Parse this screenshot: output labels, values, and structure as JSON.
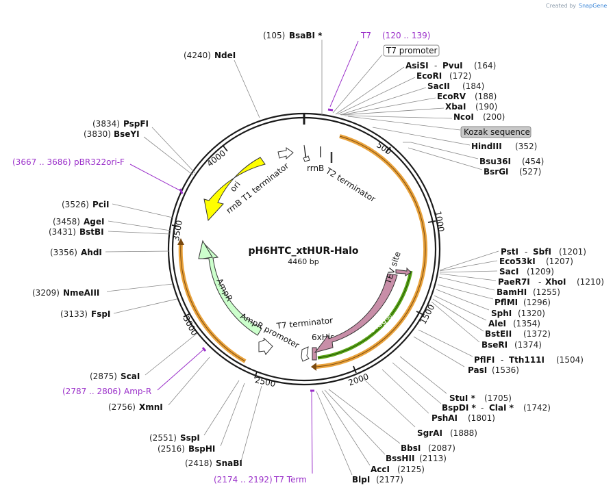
{
  "credit": {
    "created_by": "Created by",
    "brand": "SnapGene"
  },
  "plasmid": {
    "name": "pH6HTC_xtHUR-Halo",
    "size": "4460 bp"
  },
  "ticks": [
    "500",
    "1000",
    "1500",
    "2000",
    "2500",
    "3000",
    "3500",
    "4000"
  ],
  "labels": {
    "bsabi": {
      "pos": "(105)",
      "name": "BsaBI *"
    },
    "t7_primer": {
      "name": "T7",
      "range": "(120 .. 139)"
    },
    "t7_promoter": {
      "name": "T7 promoter"
    },
    "asisi": {
      "name": "AsiSI",
      "sep": "-",
      "name2": "PvuI",
      "pos": "(164)"
    },
    "ecori": {
      "name": "EcoRI",
      "pos": "(172)"
    },
    "sacii": {
      "name": "SacII",
      "pos": "(184)"
    },
    "ecorv": {
      "name": "EcoRV",
      "pos": "(188)"
    },
    "xbai": {
      "name": "XbaI",
      "pos": "(190)"
    },
    "ncoi": {
      "name": "NcoI",
      "pos": "(200)"
    },
    "kozak": {
      "name": "Kozak sequence"
    },
    "hindiii": {
      "name": "HindIII",
      "pos": "(352)"
    },
    "bsu36i": {
      "name": "Bsu36I",
      "pos": "(454)"
    },
    "bsrgi": {
      "name": "BsrGI",
      "pos": "(527)"
    },
    "ndei": {
      "pos": "(4240)",
      "name": "NdeI"
    },
    "pspfi": {
      "pos": "(3834)",
      "name": "PspFI"
    },
    "bseyi": {
      "pos": "(3830)",
      "name": "BseYI"
    },
    "pbr322": {
      "range": "(3667 .. 3686)",
      "name": "pBR322ori-F"
    },
    "pcii": {
      "pos": "(3526)",
      "name": "PciI"
    },
    "agei": {
      "pos": "(3458)",
      "name": "AgeI"
    },
    "bstbi": {
      "pos": "(3431)",
      "name": "BstBI"
    },
    "ahdi": {
      "pos": "(3356)",
      "name": "AhdI"
    },
    "nmeaiii": {
      "pos": "(3209)",
      "name": "NmeAIII"
    },
    "fspi": {
      "pos": "(3133)",
      "name": "FspI"
    },
    "scai": {
      "pos": "(2875)",
      "name": "ScaI"
    },
    "ampr_primer": {
      "range": "(2787 .. 2806)",
      "name": "Amp-R"
    },
    "xmni": {
      "pos": "(2756)",
      "name": "XmnI"
    },
    "sspi": {
      "pos": "(2551)",
      "name": "SspI"
    },
    "bsphi": {
      "pos": "(2516)",
      "name": "BspHI"
    },
    "snabi": {
      "pos": "(2418)",
      "name": "SnaBI"
    },
    "t7term_primer": {
      "range": "(2174 .. 2192)",
      "name": "T7 Term"
    },
    "blpi": {
      "name": "BlpI",
      "pos": "(2177)"
    },
    "acci": {
      "name": "AccI",
      "pos": "(2125)"
    },
    "bsshii": {
      "name": "BssHII",
      "pos": "(2113)"
    },
    "bbsi": {
      "name": "BbsI",
      "pos": "(2087)"
    },
    "sgrai": {
      "name": "SgrAI",
      "pos": "(1888)"
    },
    "pshai": {
      "name": "PshAI",
      "pos": "(1801)"
    },
    "bspdi": {
      "name": "BspDI *",
      "sep": "-",
      "name2": "ClaI *",
      "pos": "(1742)"
    },
    "stui": {
      "name": "StuI *",
      "pos": "(1705)"
    },
    "pasi": {
      "name": "PasI",
      "pos": "(1536)"
    },
    "pflfi": {
      "name": "PflFI",
      "sep": "-",
      "name2": "Tth111I",
      "pos": "(1504)"
    },
    "bseri": {
      "name": "BseRI",
      "pos": "(1374)"
    },
    "bsteii": {
      "name": "BstEII",
      "pos": "(1372)"
    },
    "alei": {
      "name": "AleI",
      "pos": "(1354)"
    },
    "sphi": {
      "name": "SphI",
      "pos": "(1320)"
    },
    "pflmi": {
      "name": "PflMI",
      "pos": "(1296)"
    },
    "bamhi": {
      "name": "BamHI",
      "pos": "(1255)"
    },
    "paer7i": {
      "name": "PaeR7I",
      "sep": "-",
      "name2": "XhoI",
      "pos": "(1210)"
    },
    "saci": {
      "name": "SacI",
      "pos": "(1209)"
    },
    "eco53ki": {
      "name": "Eco53kI",
      "pos": "(1207)"
    },
    "psti": {
      "name": "PstI",
      "sep": "-",
      "name2": "SbfI",
      "pos": "(1201)"
    }
  },
  "features": {
    "ori": "ori",
    "rrnb_t1": "rrnB T1 terminator",
    "rrnb_t2_a": "rrnB",
    "rrnb_t2_b": "T2 terminator",
    "ampr": "AmpR",
    "ampr_promoter": "AmpR promoter",
    "t7_terminator": "T7 terminator",
    "his": "6xHis",
    "halotag": "HaloTag®",
    "tev": "TEV site"
  },
  "colors": {
    "backbone": "#1a1a1a",
    "ori": "#ffff00",
    "ampr": "#ccffcc",
    "halotag": "#c88ea8",
    "orange_arc": "#e9a23b",
    "green_arc": "#5aa516",
    "primer": "#9a2fc9"
  }
}
